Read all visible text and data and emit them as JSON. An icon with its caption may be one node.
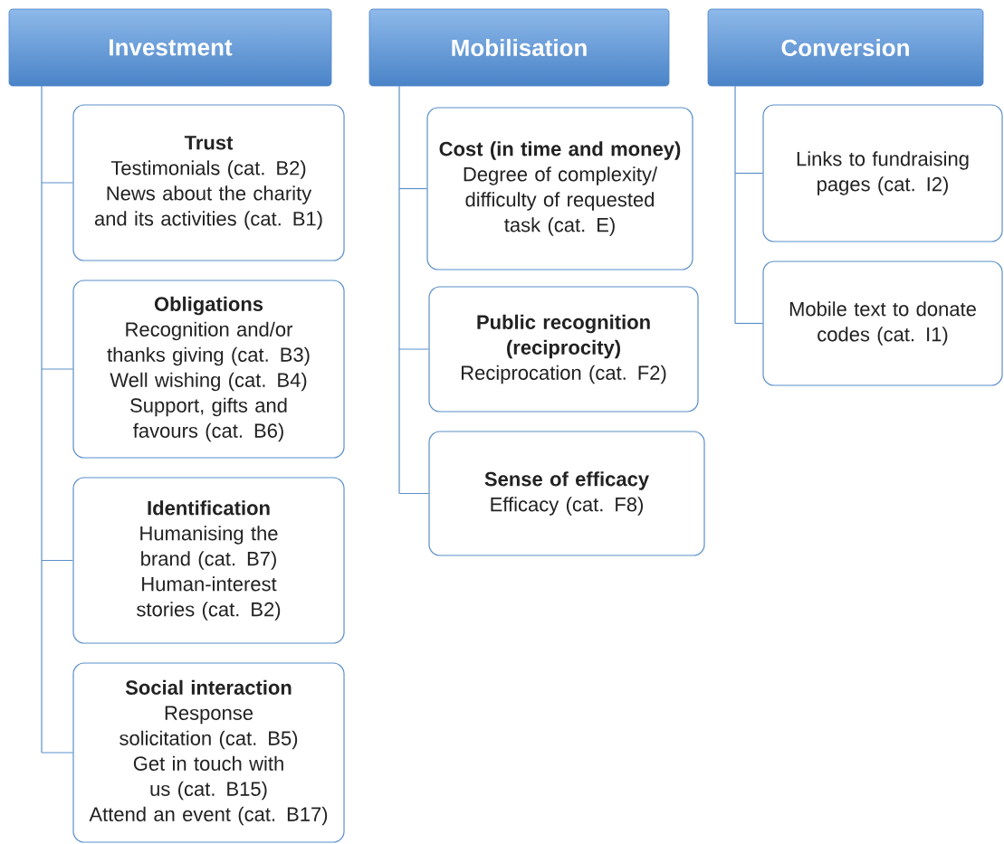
{
  "diagram": {
    "nodes": [
      {
        "text": [
          "Investment"
        ]
      },
      {
        "text": [
          "Mobilisation"
        ]
      },
      {
        "text": [
          "Conversion"
        ]
      },
      {
        "text": [
          "Trust",
          "Testimonials (cat. B2)",
          "News about the charity and its activities (cat. B1)"
        ]
      },
      {
        "text": [
          "Obligations",
          "Recognition and/or thanks giving (cat. B3)",
          "Well wishing (cat. B4)",
          "Support, gifts and favours (cat. B6)"
        ]
      },
      {
        "text": [
          "Identification",
          "Humanising the brand (cat. B7)",
          "Human-interest stories (cat. B2)"
        ]
      },
      {
        "text": [
          "Social interaction",
          "Response solicitation (cat. B5)",
          "Get in touch with us (cat. B15)",
          "Attend an event (cat. B17)"
        ]
      },
      {
        "text": [
          "Cost (in time and money)",
          "Degree of complexity/ difficulty of requested task (cat. E)"
        ]
      },
      {
        "text": [
          "Public recognition (reciprocity)",
          "Reciprocation (cat. F2)"
        ]
      },
      {
        "text": [
          "Sense of efficacy",
          "Efficacy (cat. F8)"
        ]
      },
      {
        "text": [
          "Links to fundraising pages (cat. I2)"
        ]
      },
      {
        "text": [
          "Mobile text to donate codes (cat. I1)"
        ]
      }
    ],
    "edges": [
      {
        "from": 0,
        "to": 3,
        "arrow": "none"
      },
      {
        "from": 0,
        "to": 4,
        "arrow": "none"
      },
      {
        "from": 0,
        "to": 5,
        "arrow": "none"
      },
      {
        "from": 0,
        "to": 6,
        "arrow": "none"
      },
      {
        "from": 1,
        "to": 7,
        "arrow": "none"
      },
      {
        "from": 1,
        "to": 8,
        "arrow": "none"
      },
      {
        "from": 1,
        "to": 9,
        "arrow": "none"
      },
      {
        "from": 2,
        "to": 10,
        "arrow": "none"
      },
      {
        "from": 2,
        "to": 11,
        "arrow": "none"
      }
    ]
  }
}
